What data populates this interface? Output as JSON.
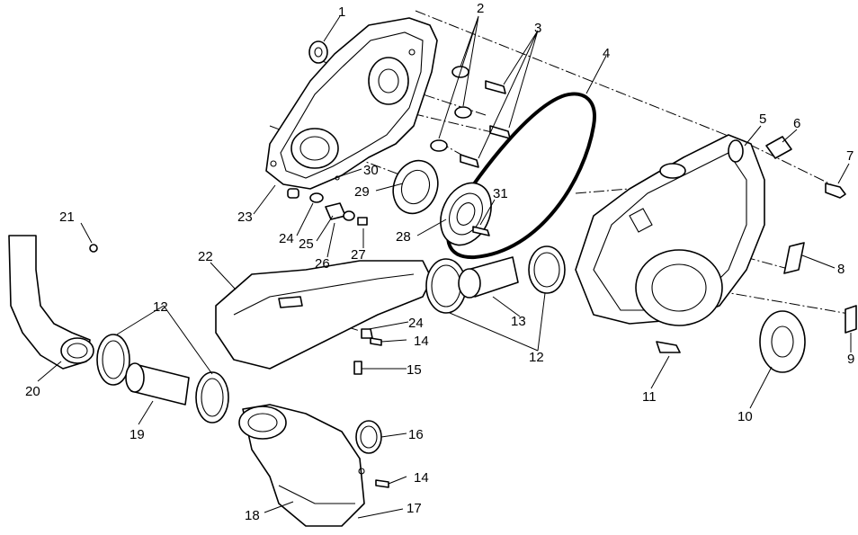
{
  "diagram": {
    "callouts": [
      {
        "id": "c1",
        "text": "1"
      },
      {
        "id": "c2",
        "text": "2"
      },
      {
        "id": "c3",
        "text": "3"
      },
      {
        "id": "c4",
        "text": "4"
      },
      {
        "id": "c5",
        "text": "5"
      },
      {
        "id": "c6",
        "text": "6"
      },
      {
        "id": "c7",
        "text": "7"
      },
      {
        "id": "c8",
        "text": "8"
      },
      {
        "id": "c9",
        "text": "9"
      },
      {
        "id": "c10",
        "text": "10"
      },
      {
        "id": "c11",
        "text": "11"
      },
      {
        "id": "c12a",
        "text": "12"
      },
      {
        "id": "c12b",
        "text": "12"
      },
      {
        "id": "c13",
        "text": "13"
      },
      {
        "id": "c14a",
        "text": "14"
      },
      {
        "id": "c14b",
        "text": "14"
      },
      {
        "id": "c15",
        "text": "15"
      },
      {
        "id": "c16",
        "text": "16"
      },
      {
        "id": "c17",
        "text": "17"
      },
      {
        "id": "c18",
        "text": "18"
      },
      {
        "id": "c19",
        "text": "19"
      },
      {
        "id": "c20",
        "text": "20"
      },
      {
        "id": "c21",
        "text": "21"
      },
      {
        "id": "c22",
        "text": "22"
      },
      {
        "id": "c23",
        "text": "23"
      },
      {
        "id": "c24a",
        "text": "24"
      },
      {
        "id": "c24b",
        "text": "24"
      },
      {
        "id": "c25",
        "text": "25"
      },
      {
        "id": "c26",
        "text": "26"
      },
      {
        "id": "c27",
        "text": "27"
      },
      {
        "id": "c28",
        "text": "28"
      },
      {
        "id": "c29",
        "text": "29"
      },
      {
        "id": "c30",
        "text": "30"
      },
      {
        "id": "c31",
        "text": "31"
      }
    ]
  }
}
